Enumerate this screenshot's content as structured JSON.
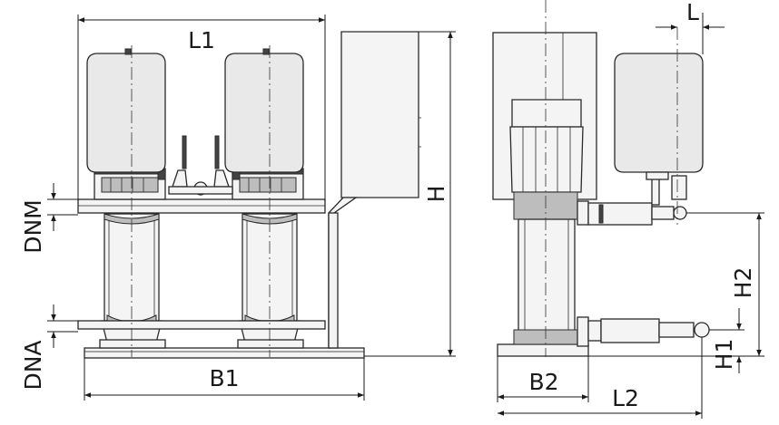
{
  "dimension_labels": {
    "l1": "L1",
    "h": "H",
    "dnm": "DNM",
    "dna": "DNA",
    "b1": "B1",
    "l": "L",
    "h2": "H2",
    "h1": "H1",
    "b2": "B2",
    "l2": "L2"
  }
}
